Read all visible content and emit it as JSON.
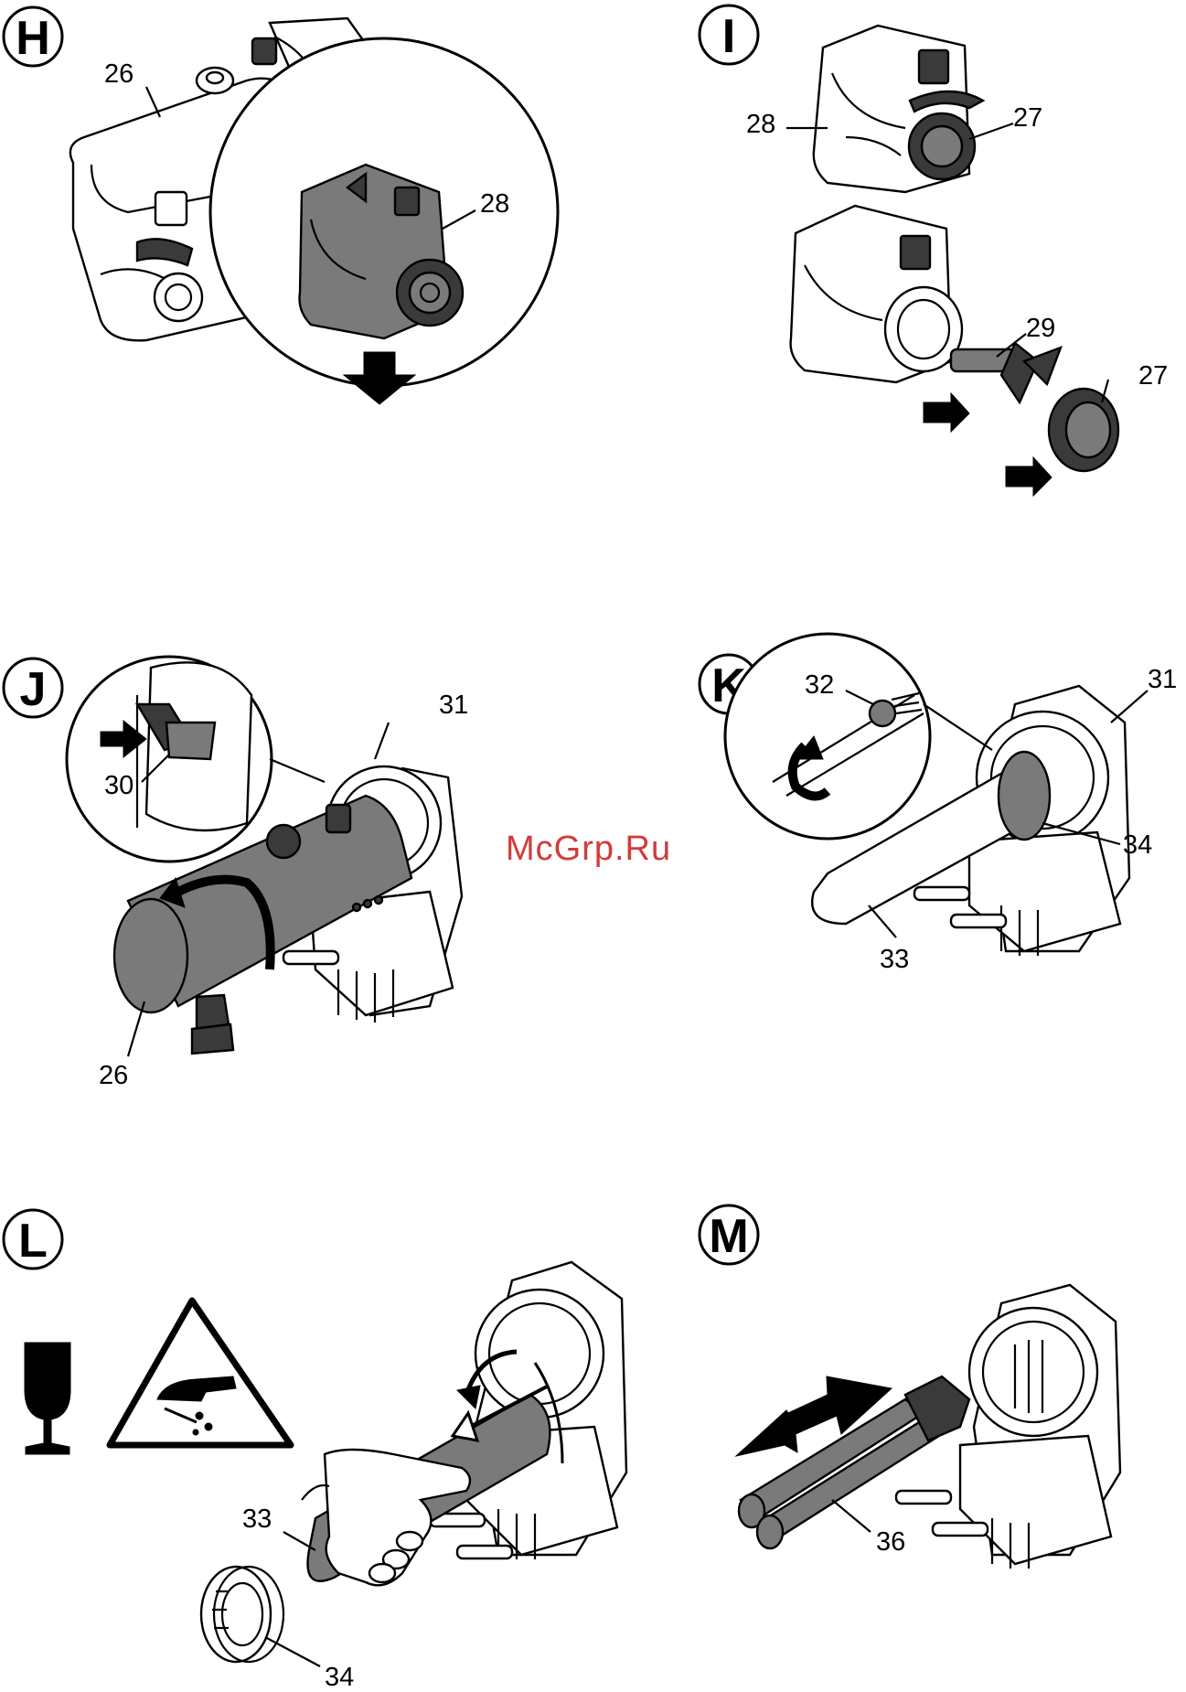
{
  "panels": {
    "H": {
      "letter": "H",
      "callouts": [
        "26",
        "28"
      ]
    },
    "I": {
      "letter": "I",
      "callouts": [
        "28",
        "27",
        "29",
        "27"
      ]
    },
    "J": {
      "letter": "J",
      "callouts": [
        "31",
        "30",
        "26"
      ]
    },
    "K": {
      "letter": "K",
      "callouts": [
        "32",
        "31",
        "34",
        "33"
      ]
    },
    "L": {
      "letter": "L",
      "callouts": [
        "33",
        "34"
      ]
    },
    "M": {
      "letter": "M",
      "callouts": [
        "36"
      ]
    }
  },
  "watermark": "McGrp.Ru",
  "colors": {
    "ink": "#000000",
    "fill_grey": "#7a7a7a",
    "fill_dark": "#3a3a3a",
    "watermark": "#d23b3b"
  },
  "icons": [
    "fragile-glass-icon",
    "cut-hazard-warning-icon"
  ]
}
